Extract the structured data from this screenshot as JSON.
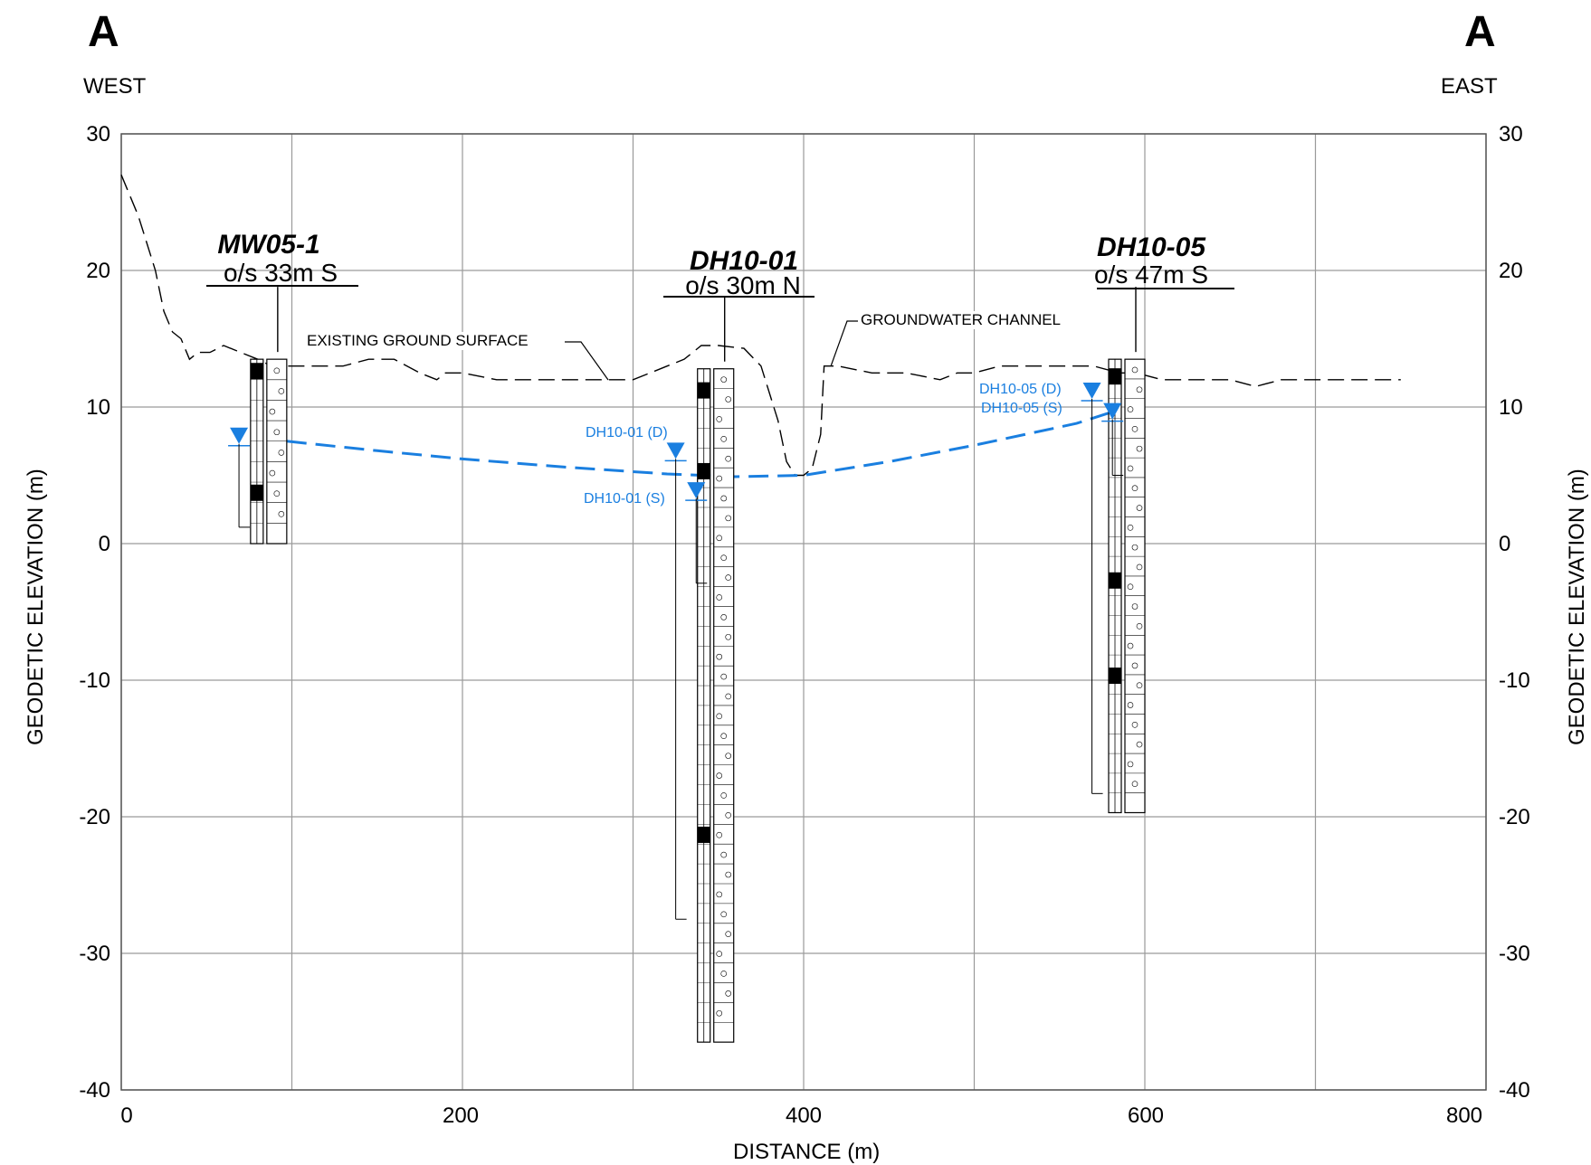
{
  "section_marks": {
    "left": "A",
    "right": "A"
  },
  "directions": {
    "west": "WEST",
    "east": "EAST"
  },
  "axes": {
    "x_label": "DISTANCE (m)",
    "y_label_left": "GEODETIC ELEVATION (m)",
    "y_label_right": "GEODETIC ELEVATION (m)",
    "x_range": [
      0,
      800
    ],
    "y_range": [
      -40,
      30
    ],
    "x_ticks": [
      "0",
      "200",
      "400",
      "600",
      "800"
    ],
    "y_ticks": [
      "30",
      "20",
      "10",
      "0",
      "-10",
      "-20",
      "-30",
      "-40"
    ],
    "grid": true
  },
  "annotations": {
    "ground_surface": "EXISTING GROUND SURFACE",
    "channel": "GROUNDWATER CHANNEL"
  },
  "boreholes": [
    {
      "name": "MW05-1",
      "offset": "o/s 33m S",
      "chainage": 97,
      "top_elev": 13.5,
      "bottom_elev": 0
    },
    {
      "name": "DH10-01",
      "offset": "o/s 30m N",
      "chainage": 359,
      "top_elev": 12.8,
      "bottom_elev": -36.5
    },
    {
      "name": "DH10-05",
      "offset": "o/s 47m S",
      "chainage": 600,
      "top_elev": 13.5,
      "bottom_elev": -19.7
    }
  ],
  "water_levels": [
    {
      "label": "DH10-01 (D)",
      "chainage": 325,
      "elev": 6.2
    },
    {
      "label": "DH10-01 (S)",
      "chainage": 337,
      "elev": 3.3
    },
    {
      "label": "DH10-05 (D)",
      "chainage": 569,
      "elev": 10.6
    },
    {
      "label": "DH10-05 (S)",
      "chainage": 581,
      "elev": 9.1
    }
  ],
  "colors": {
    "water": "#1a7fe0",
    "grid": "#9a9a9a",
    "line": "#000000"
  }
}
